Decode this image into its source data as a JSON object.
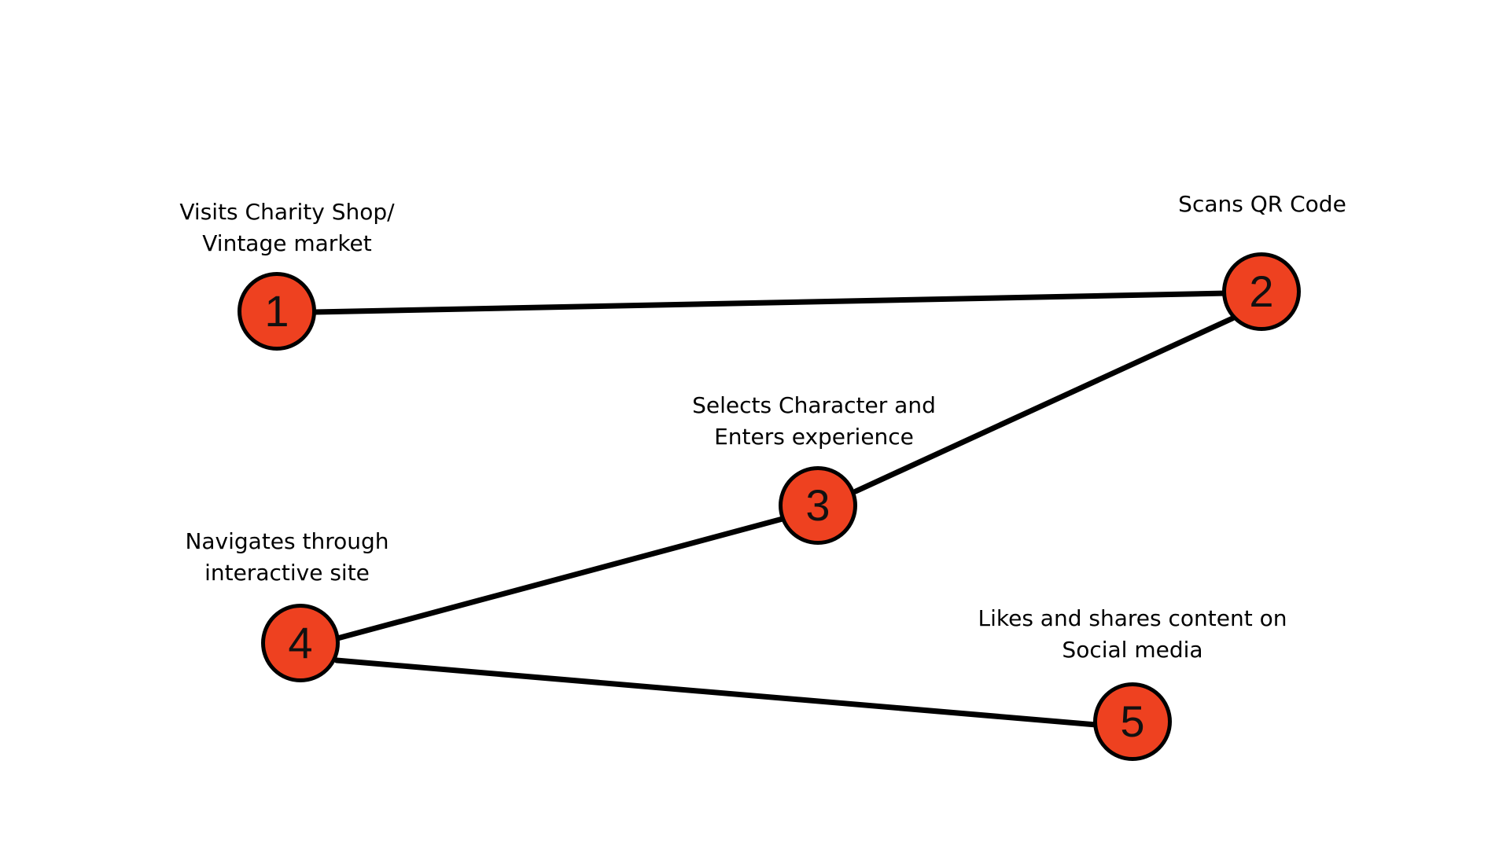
{
  "colors": {
    "node_fill": "#EE4120",
    "node_stroke": "#000000",
    "edge": "#000000",
    "background": "#FFFFFF"
  },
  "steps": [
    {
      "number": "1",
      "label_lines": [
        "Visits Charity Shop/",
        "Vintage market"
      ]
    },
    {
      "number": "2",
      "label_lines": [
        "Scans QR Code"
      ]
    },
    {
      "number": "3",
      "label_lines": [
        "Selects Character and",
        "Enters experience"
      ]
    },
    {
      "number": "4",
      "label_lines": [
        "Navigates through",
        "interactive site"
      ]
    },
    {
      "number": "5",
      "label_lines": [
        "Likes and shares content on",
        "Social media"
      ]
    }
  ],
  "connections": [
    {
      "from": "1",
      "to": "2"
    },
    {
      "from": "2",
      "to": "3"
    },
    {
      "from": "3",
      "to": "4"
    },
    {
      "from": "4",
      "to": "5"
    }
  ]
}
